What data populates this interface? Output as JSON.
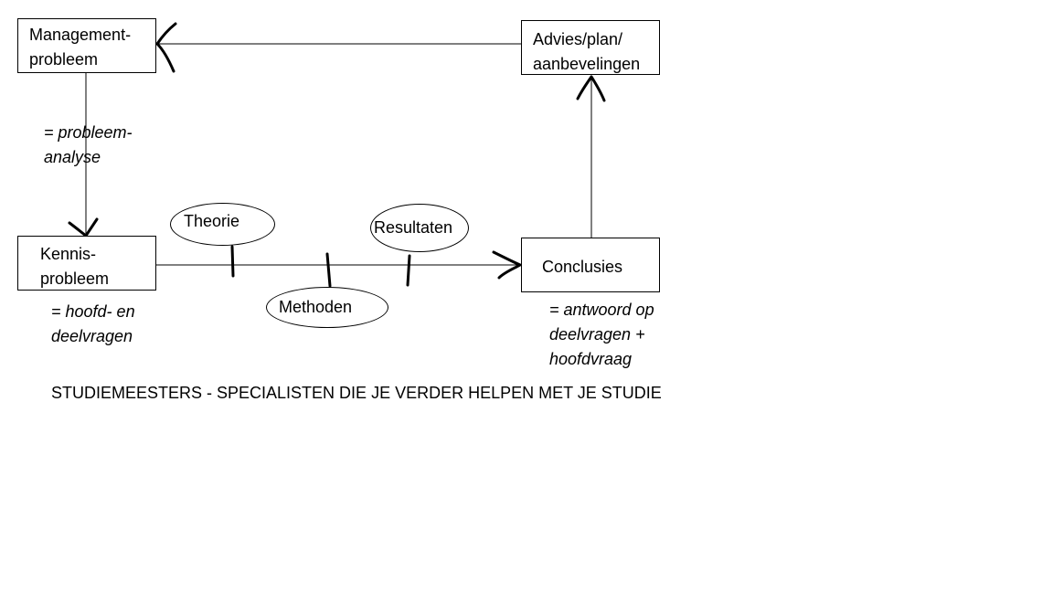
{
  "boxes": {
    "management": {
      "line1": "Management-",
      "line2": "probleem"
    },
    "advies": {
      "line1": "Advies/plan/",
      "line2": "aanbevelingen"
    },
    "kennis": {
      "line1": "Kennis-",
      "line2": "probleem"
    },
    "conclusies": {
      "label": "Conclusies"
    }
  },
  "ovals": {
    "theorie": "Theorie",
    "methoden": "Methoden",
    "resultaten": "Resultaten"
  },
  "notes": {
    "probleemanalyse": {
      "line1": "= probleem-",
      "line2": "analyse"
    },
    "vragen": {
      "line1": "= hoofd- en",
      "line2": "deelvragen"
    },
    "antwoord": {
      "line1": "= antwoord op",
      "line2": "deelvragen +",
      "line3": "hoofdvraag"
    }
  },
  "footer": "STUDIEMEESTERS - SPECIALISTEN DIE JE VERDER HELPEN MET JE STUDIE"
}
